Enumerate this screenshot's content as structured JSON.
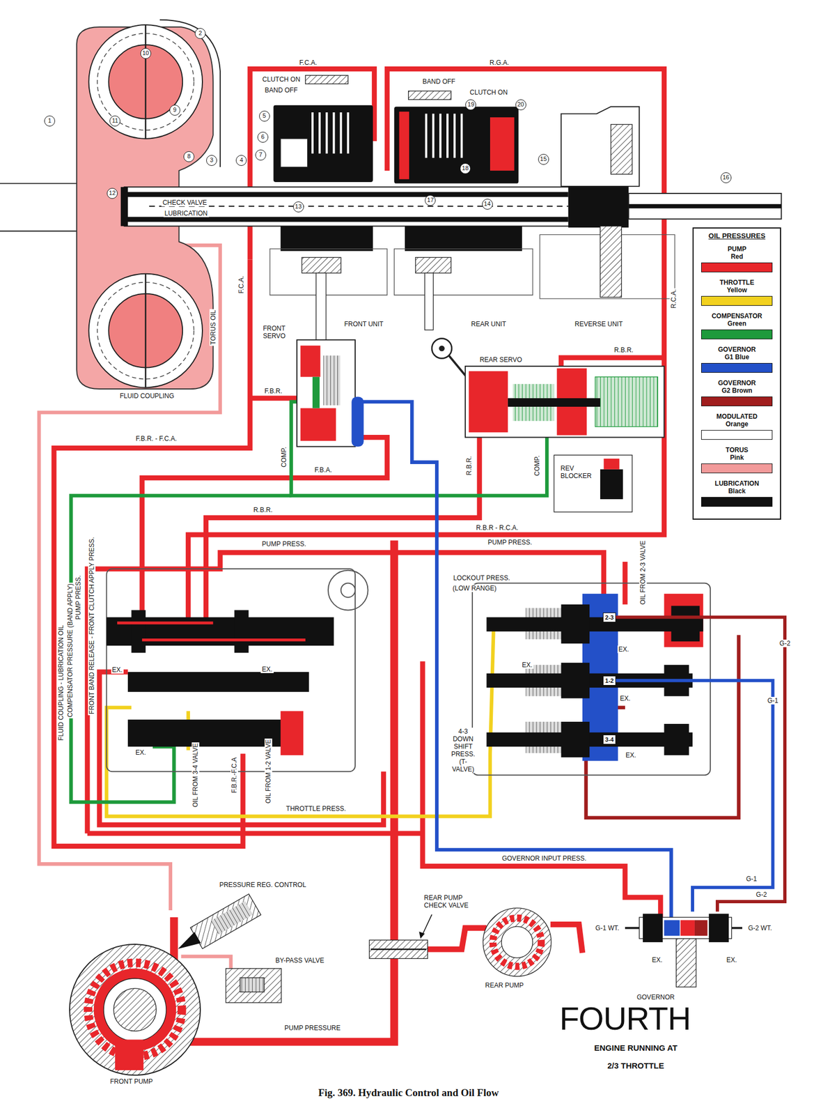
{
  "diagram": {
    "title": "FOURTH",
    "caption": "Fig. 369. Hydraulic Control and Oil Flow",
    "nodes": [
      {
        "text": [
          "FLUID COUPLING"
        ]
      },
      {
        "text": [
          "FRONT UNIT"
        ]
      },
      {
        "text": [
          "REAR UNIT"
        ]
      },
      {
        "text": [
          "REVERSE UNIT"
        ]
      },
      {
        "text": [
          "FRONT SERVO"
        ]
      },
      {
        "text": [
          "REAR SERVO"
        ]
      },
      {
        "text": [
          "REV BLOCKER"
        ]
      },
      {
        "text": [
          "2-3"
        ]
      },
      {
        "text": [
          "1-2"
        ]
      },
      {
        "text": [
          "3-4"
        ]
      },
      {
        "text": [
          "GOVERNOR"
        ]
      },
      {
        "text": [
          "PRESSURE REG. CONTROL"
        ]
      },
      {
        "text": [
          "BY-PASS VALVE"
        ]
      },
      {
        "text": [
          "FRONT PUMP"
        ]
      },
      {
        "text": [
          "REAR PUMP"
        ]
      },
      {
        "text": [
          "REAR PUMP CHECK VALVE"
        ]
      }
    ],
    "edges": [
      {
        "from": 10,
        "to": 8,
        "label": "G-1",
        "arrow": "none"
      },
      {
        "from": 10,
        "to": 7,
        "label": "G-2",
        "arrow": "none"
      }
    ],
    "labels": [
      "1",
      "2",
      "10",
      "9",
      "11",
      "5",
      "6",
      "7",
      "8",
      "3",
      "4",
      "12",
      "13",
      "17",
      "14",
      "18",
      "19",
      "20",
      "15",
      "16",
      "F.C.A.",
      "R.G.A.",
      "CLUTCH ON",
      "BAND OFF",
      "BAND OFF",
      "CLUTCH ON",
      "CHECK VALVE",
      "LUBRICATION",
      "OIL PRESSURES",
      "TORUS OIL",
      "F.C.A.",
      "R.C.A.",
      "R.B.R.",
      "F.B.R.",
      "COMP.",
      "F.B.A.",
      "COMP.",
      "R.B.R.",
      "F.B.R. - F.C.A.",
      "R.B.R.",
      "R.B.R - R.C.A.",
      "PUMP PRESS.",
      "PUMP PRESS.",
      "LOCKOUT PRESS.",
      "(LOW RANGE)",
      "OIL FROM 2-3 VALVE",
      "FLUID COUPLING - LUBRICATION OIL",
      "FRONT BAND RELEASE - FRONT CLUTCH APPLY PRESS.",
      "COMPENSATOR PRESSURE (BAND APPLY)",
      "PUMP PRESS.",
      "EX.",
      "EX.",
      "EX.",
      "EX.",
      "EX.",
      "EX.",
      "EX.",
      "4-3 DOWN SHIFT PRESS. (T-VALVE)",
      "OIL FROM 3-4 VALVE",
      "F.B.R.-F.C.A",
      "OIL FROM 1-2 VALVE",
      "THROTTLE PRESS.",
      "GOVERNOR INPUT PRESS.",
      "G-1",
      "G-2",
      "G-1 WT.",
      "G-2 WT.",
      "EX.",
      "EX.",
      "PUMP PRESSURE",
      "ENGINE RUNNING AT",
      "2/3 THROTTLE"
    ],
    "legend": [
      {
        "text": "PUMP Red",
        "color": "#e8262b"
      },
      {
        "text": "THROTTLE Yellow",
        "color": "#f2d11f"
      },
      {
        "text": "COMPENSATOR Green",
        "color": "#1e9a3c"
      },
      {
        "text": "GOVERNOR G1 Blue",
        "color": "#2350c8"
      },
      {
        "text": "GOVERNOR G2 Brown",
        "color": "#a01e1e"
      },
      {
        "text": "MODULATED Orange",
        "color": "#ffffff"
      },
      {
        "text": "TORUS Pink",
        "color": "#f29a9a"
      },
      {
        "text": "LUBRICATION Black",
        "color": "#111111"
      }
    ]
  }
}
